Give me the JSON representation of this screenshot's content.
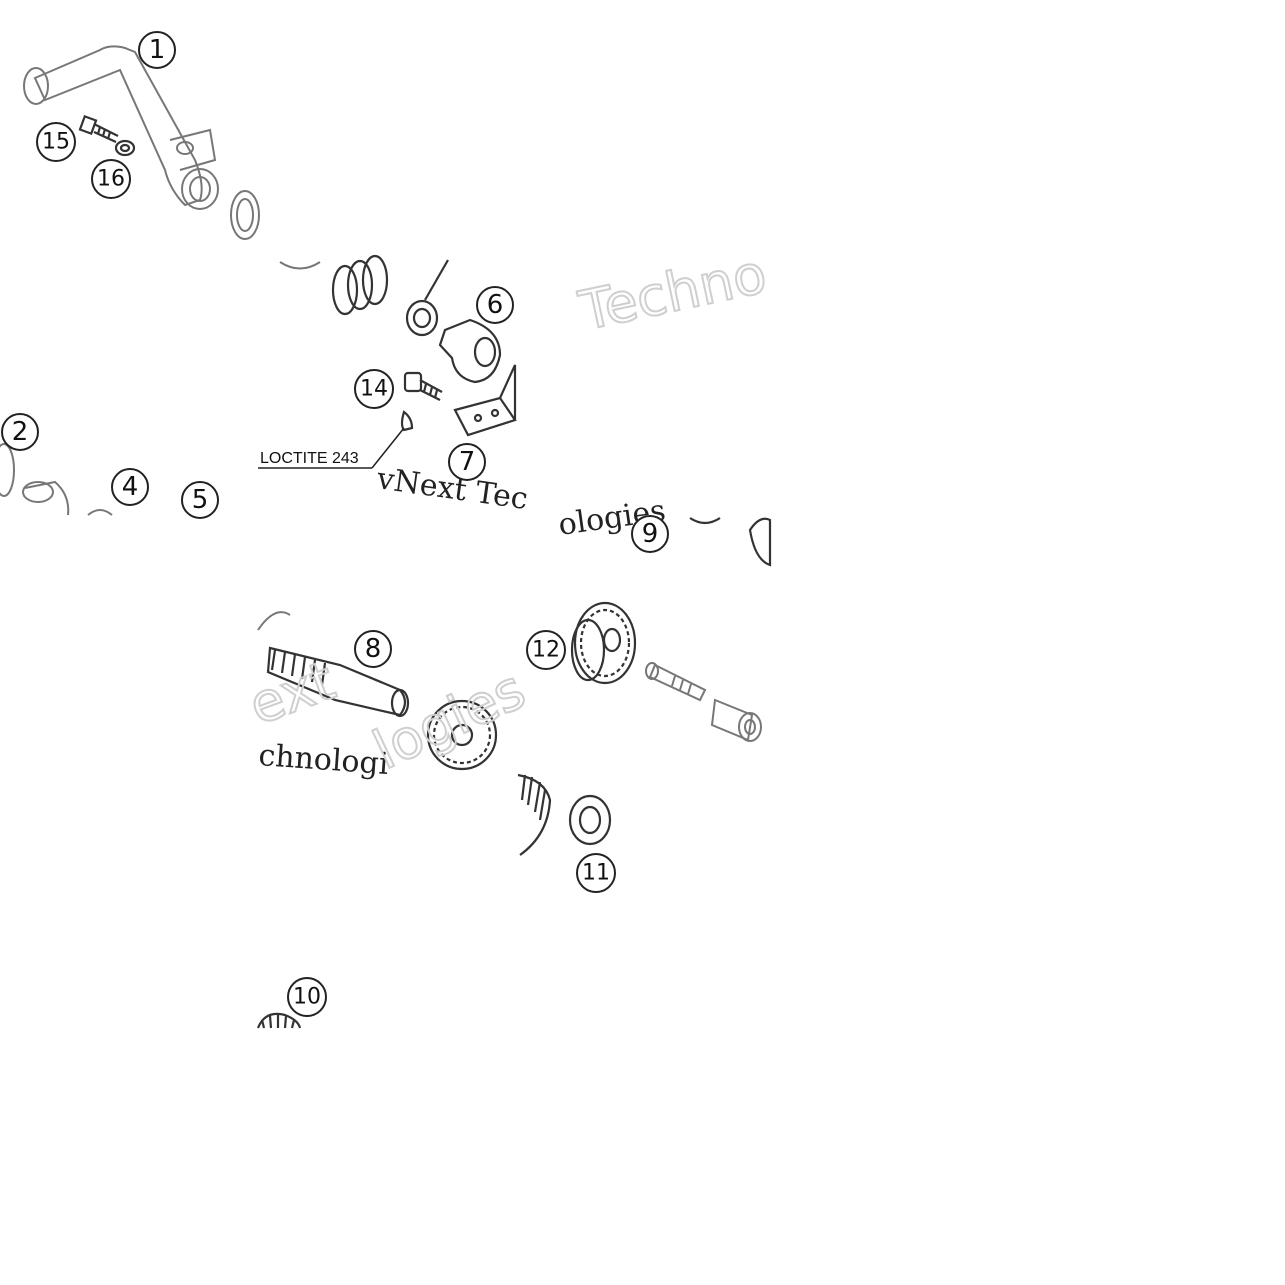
{
  "callouts": [
    {
      "id": "1",
      "label": "1"
    },
    {
      "id": "2",
      "label": "2"
    },
    {
      "id": "4",
      "label": "4"
    },
    {
      "id": "5",
      "label": "5"
    },
    {
      "id": "6",
      "label": "6"
    },
    {
      "id": "7",
      "label": "7"
    },
    {
      "id": "8",
      "label": "8"
    },
    {
      "id": "9",
      "label": "9"
    },
    {
      "id": "10",
      "label": "10"
    },
    {
      "id": "11",
      "label": "11"
    },
    {
      "id": "12",
      "label": "12"
    },
    {
      "id": "14",
      "label": "14"
    },
    {
      "id": "15",
      "label": "15"
    },
    {
      "id": "16",
      "label": "16"
    }
  ],
  "annotation": {
    "loctite": "LOCTITE 243"
  },
  "watermarks": {
    "techno": "Techno",
    "vnext": "vNext Tec",
    "logies": "ologies",
    "ext": "ext",
    "chnologi": "chnologi",
    "logies2": "logies"
  },
  "colors": {
    "line": "#333333",
    "part": "#777777",
    "watermark": "#cfcfcf"
  }
}
